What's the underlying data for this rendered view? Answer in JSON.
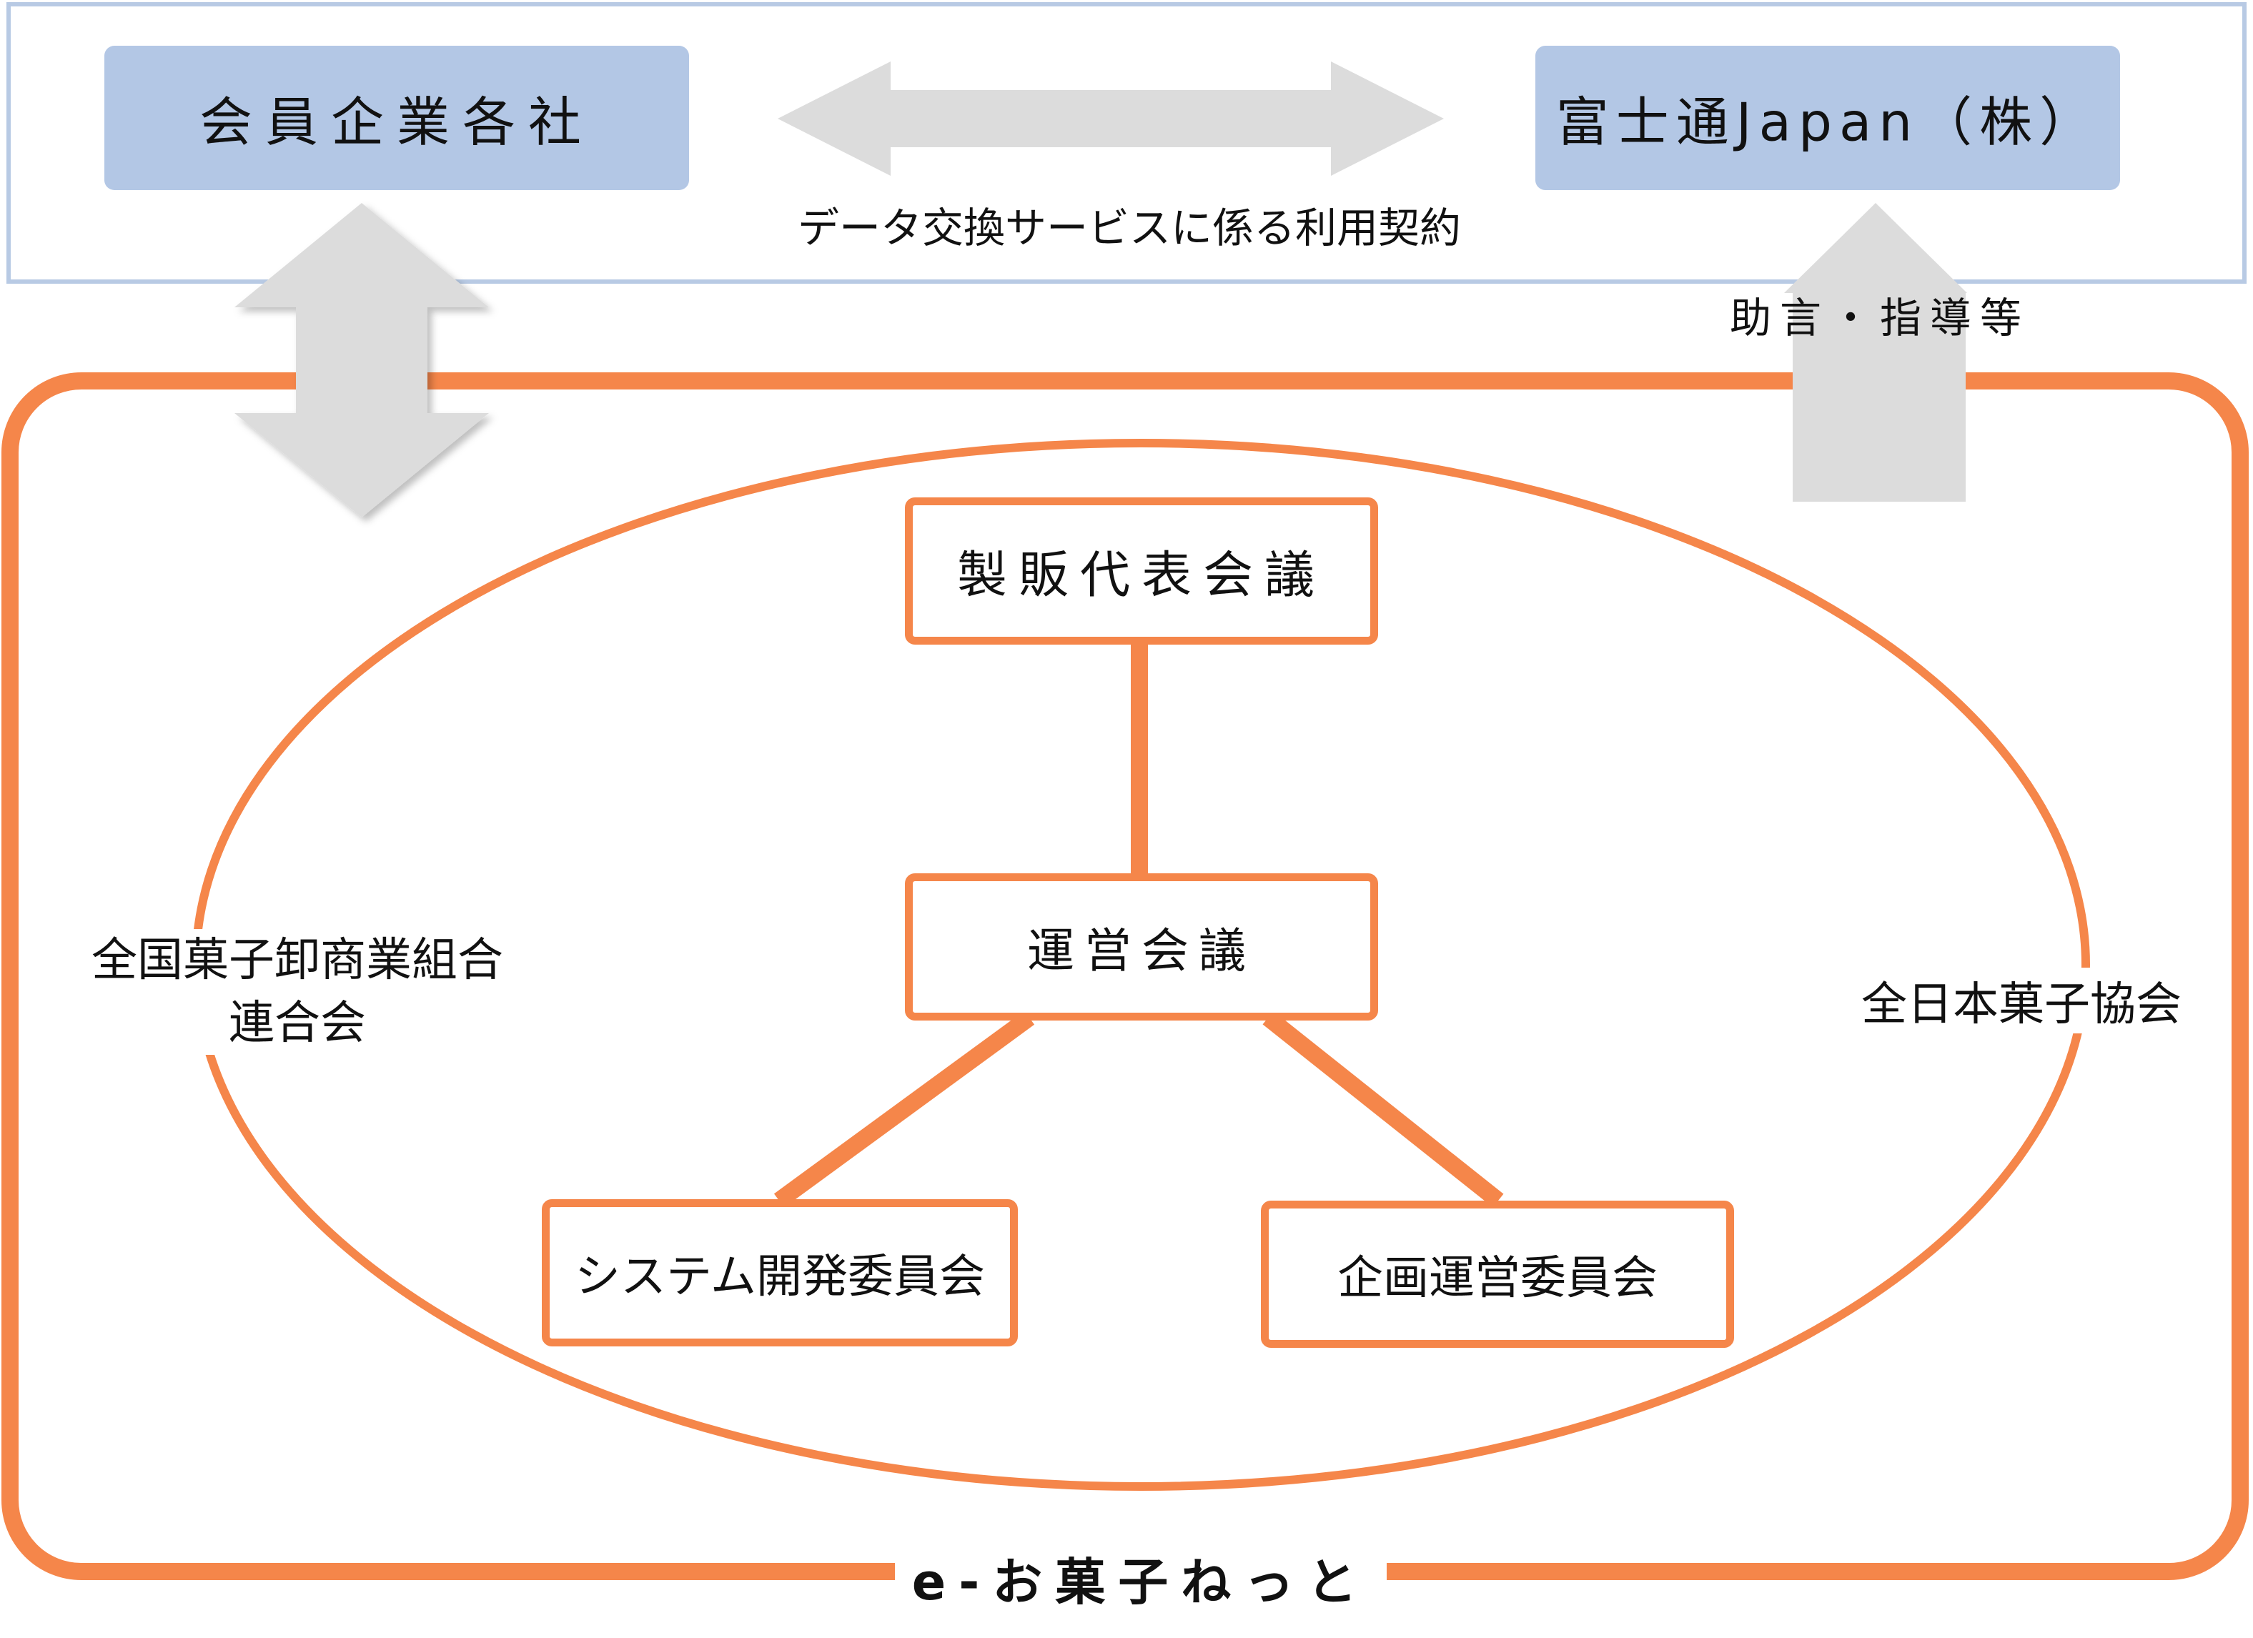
{
  "top_panel": {
    "left_box": "会員企業各社",
    "right_box": "富士通Japan（株）",
    "contract_label": "データ交換サービスに係る利用契約",
    "advice_label": "助言・指導等"
  },
  "organization": {
    "top_node": "製販代表会議",
    "middle_node": "運営会議",
    "bottom_left_node": "システム開発委員会",
    "bottom_right_node": "企画運営委員会",
    "left_association": "全国菓子卸商業組合\n連合会",
    "right_association": "全日本菓子協会",
    "frame_title": "e-お菓子ねっと"
  },
  "colors": {
    "orange": "#f5864a",
    "blue_box": "#b3c7e5",
    "panel_border": "#b8cae4",
    "arrow_gray": "#dcdcdc"
  }
}
